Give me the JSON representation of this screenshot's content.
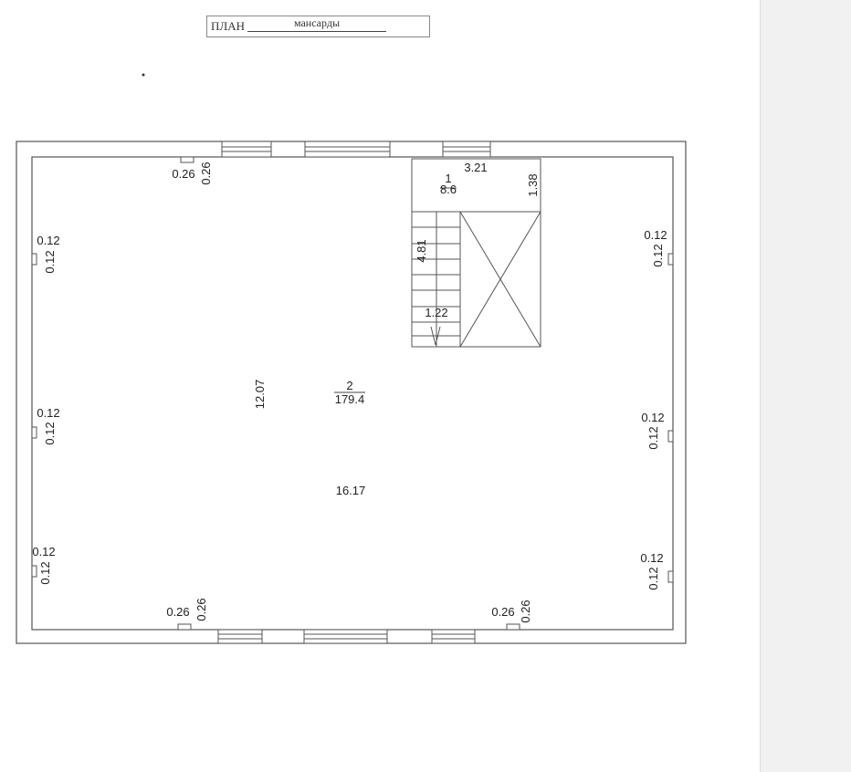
{
  "title": {
    "prefix": "ПЛАН",
    "name": "мансарды"
  },
  "rooms": [
    {
      "number": "1",
      "area": "8.6"
    },
    {
      "number": "2",
      "area": "179.4"
    }
  ],
  "dimensions": {
    "room1_width": "3.21",
    "room1_depth": "1.38",
    "stair_length": "4.81",
    "stair_width": "1.22",
    "room2_depth": "12.07",
    "room2_width": "16.17",
    "niche_top_left": [
      "0.26",
      "0.26"
    ],
    "niche_bottom_left": [
      "0.26",
      "0.26"
    ],
    "niche_bottom_right": [
      "0.26",
      "0.26"
    ],
    "niche_left": [
      [
        "0.12",
        "0.12"
      ],
      [
        "0.12",
        "0.12"
      ],
      [
        "0.12",
        "0.12"
      ]
    ],
    "niche_right": [
      [
        "0.12",
        "0.12"
      ],
      [
        "0.12",
        "0.12"
      ],
      [
        "0.12",
        "0.12"
      ]
    ]
  }
}
